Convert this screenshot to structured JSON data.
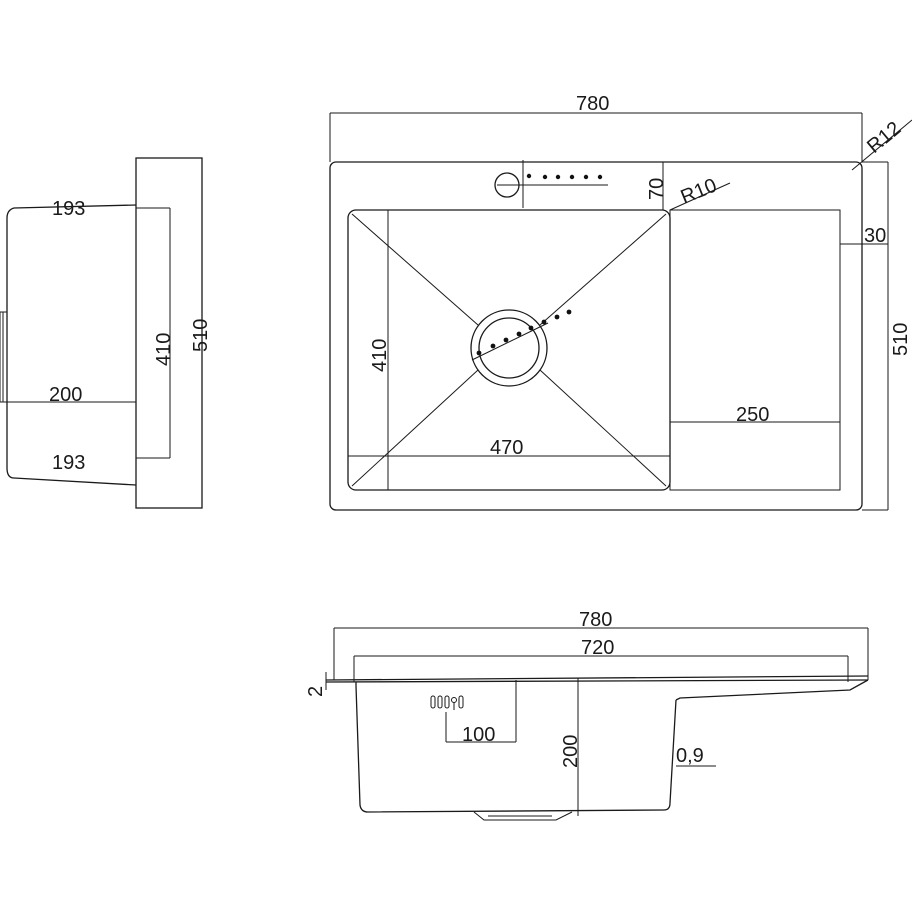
{
  "side_view": {
    "dim_top_width": "193",
    "dim_bowl_depth": "200",
    "dim_bottom_width": "193",
    "dim_bowl_length": "410",
    "dim_total_length": "510"
  },
  "top_view": {
    "dim_total_width": "780",
    "dim_corner_radius": "R12",
    "dim_top_margin": "70",
    "dim_bowl_radius": "R10",
    "dim_side_margin": "30",
    "dim_total_height": "510",
    "dim_bowl_height": "410",
    "dim_bowl_width": "470",
    "dim_drainboard_width": "250"
  },
  "front_view": {
    "dim_total_width": "780",
    "dim_inner_width": "720",
    "dim_rim_thickness": "2",
    "dim_overflow_offset": "100",
    "dim_depth": "200",
    "dim_steel_thickness": "0,9"
  }
}
